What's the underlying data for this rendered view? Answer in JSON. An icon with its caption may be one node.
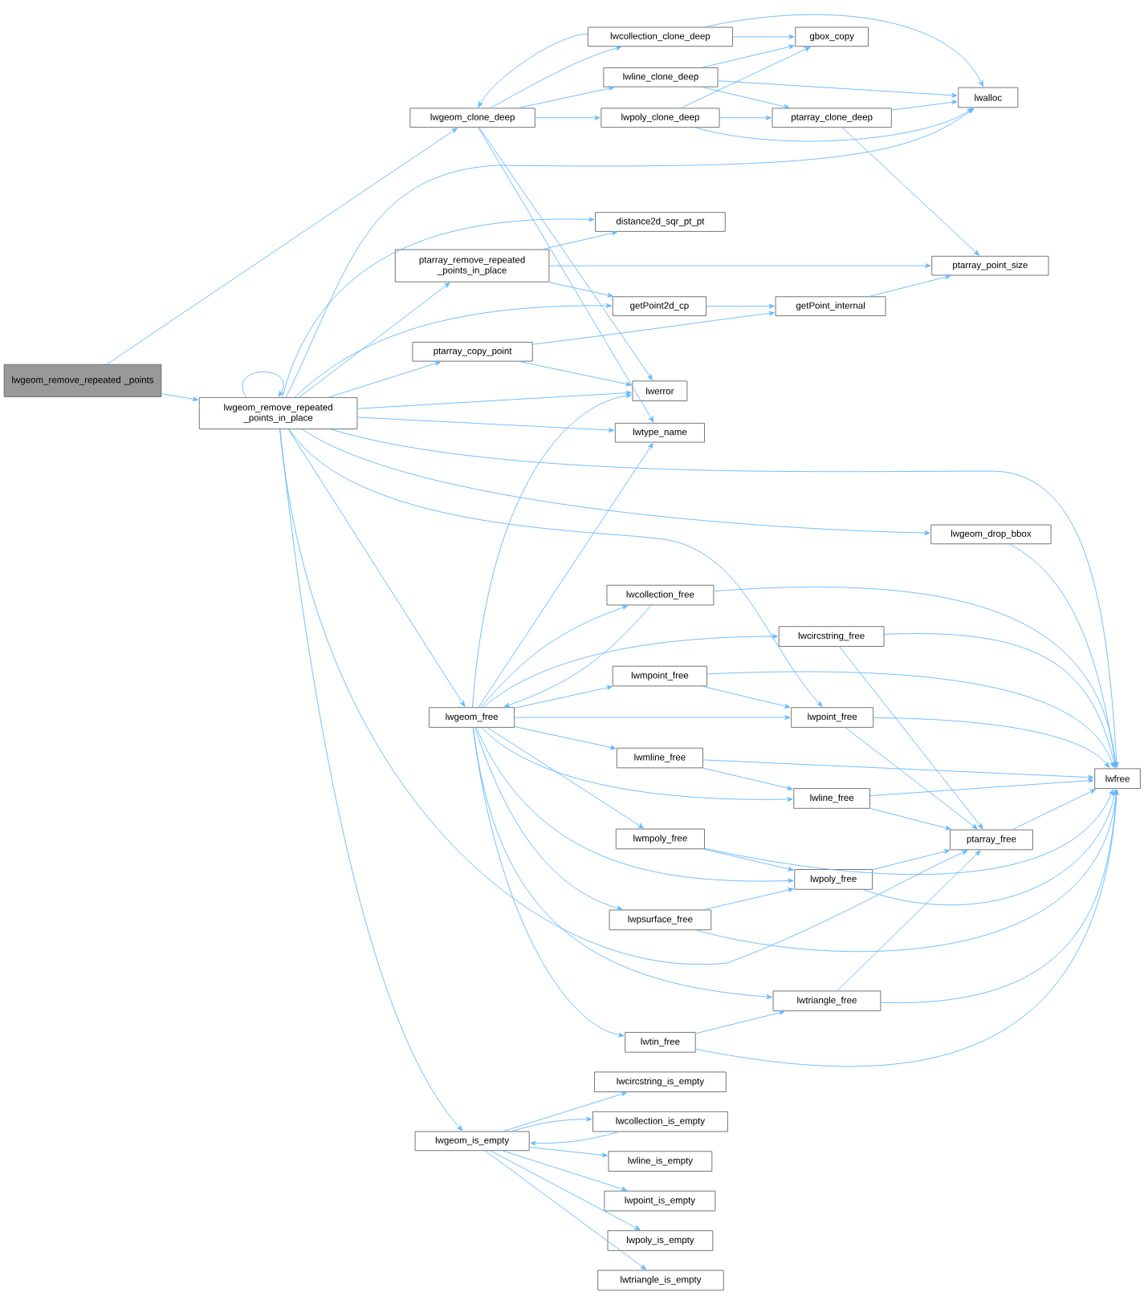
{
  "diagram": {
    "nodes": [
      {
        "text": [
          "lwgeom_remove_repeated _points"
        ]
      },
      {
        "text": [
          "lwgeom_clone_deep"
        ]
      },
      {
        "text": [
          "lwcollection_clone_deep"
        ]
      },
      {
        "text": [
          "gbox_copy"
        ]
      },
      {
        "text": [
          "lwalloc"
        ]
      },
      {
        "text": [
          "lwline_clone_deep"
        ]
      },
      {
        "text": [
          "lwpoly_clone_deep"
        ]
      },
      {
        "text": [
          "ptarray_clone_deep"
        ]
      },
      {
        "text": [
          "lwerror"
        ]
      },
      {
        "text": [
          "lwtype_name"
        ]
      },
      {
        "text": [
          "ptarray_point_size"
        ]
      },
      {
        "text": [
          "lwgeom_remove_repeated _points_in_place"
        ]
      },
      {
        "text": [
          "distance2d_sqr_pt_pt"
        ]
      },
      {
        "text": [
          "ptarray_remove_repeated _points_in_place"
        ]
      },
      {
        "text": [
          "getPoint2d_cp"
        ]
      },
      {
        "text": [
          "getPoint_internal"
        ]
      },
      {
        "text": [
          "ptarray_copy_point"
        ]
      },
      {
        "text": [
          "lwfree"
        ]
      },
      {
        "text": [
          "lwgeom_drop_bbox"
        ]
      },
      {
        "text": [
          "lwgeom_free"
        ]
      },
      {
        "text": [
          "lwcollection_free"
        ]
      },
      {
        "text": [
          "lwcircstring_free"
        ]
      },
      {
        "text": [
          "lwmpoint_free"
        ]
      },
      {
        "text": [
          "lwpoint_free"
        ]
      },
      {
        "text": [
          "lwmline_free"
        ]
      },
      {
        "text": [
          "lwline_free"
        ]
      },
      {
        "text": [
          "ptarray_free"
        ]
      },
      {
        "text": [
          "lwmpoly_free"
        ]
      },
      {
        "text": [
          "lwpoly_free"
        ]
      },
      {
        "text": [
          "lwpsurface_free"
        ]
      },
      {
        "text": [
          "lwtriangle_free"
        ]
      },
      {
        "text": [
          "lwtin_free"
        ]
      },
      {
        "text": [
          "lwgeom_is_empty"
        ]
      },
      {
        "text": [
          "lwcircstring_is_empty"
        ]
      },
      {
        "text": [
          "lwcollection_is_empty"
        ]
      },
      {
        "text": [
          "lwline_is_empty"
        ]
      },
      {
        "text": [
          "lwpoint_is_empty"
        ]
      },
      {
        "text": [
          "lwpoly_is_empty"
        ]
      },
      {
        "text": [
          "lwtriangle_is_empty"
        ]
      }
    ],
    "edges": [
      {
        "from": 0,
        "to": 1,
        "arrow": "to"
      },
      {
        "from": 0,
        "to": 11,
        "arrow": "to"
      },
      {
        "from": 1,
        "to": 2,
        "arrow": "to"
      },
      {
        "from": 1,
        "to": 5,
        "arrow": "to"
      },
      {
        "from": 1,
        "to": 6,
        "arrow": "to"
      },
      {
        "from": 1,
        "to": 8,
        "arrow": "to"
      },
      {
        "from": 1,
        "to": 9,
        "arrow": "to"
      },
      {
        "from": 2,
        "to": 3,
        "arrow": "to"
      },
      {
        "from": 2,
        "to": 4,
        "arrow": "to"
      },
      {
        "from": 2,
        "to": 1,
        "arrow": "to"
      },
      {
        "from": 5,
        "to": 3,
        "arrow": "to"
      },
      {
        "from": 5,
        "to": 4,
        "arrow": "to"
      },
      {
        "from": 5,
        "to": 7,
        "arrow": "to"
      },
      {
        "from": 6,
        "to": 3,
        "arrow": "to"
      },
      {
        "from": 6,
        "to": 7,
        "arrow": "to"
      },
      {
        "from": 6,
        "to": 4,
        "arrow": "to"
      },
      {
        "from": 7,
        "to": 4,
        "arrow": "to"
      },
      {
        "from": 7,
        "to": 10,
        "arrow": "to"
      },
      {
        "from": 11,
        "to": 11,
        "arrow": "to"
      },
      {
        "from": 11,
        "to": 4,
        "arrow": "to"
      },
      {
        "from": 11,
        "to": 12,
        "arrow": "to"
      },
      {
        "from": 11,
        "to": 13,
        "arrow": "to"
      },
      {
        "from": 11,
        "to": 14,
        "arrow": "to"
      },
      {
        "from": 11,
        "to": 16,
        "arrow": "to"
      },
      {
        "from": 11,
        "to": 8,
        "arrow": "to"
      },
      {
        "from": 11,
        "to": 9,
        "arrow": "to"
      },
      {
        "from": 11,
        "to": 17,
        "arrow": "to"
      },
      {
        "from": 11,
        "to": 18,
        "arrow": "to"
      },
      {
        "from": 11,
        "to": 23,
        "arrow": "to"
      },
      {
        "from": 11,
        "to": 19,
        "arrow": "to"
      },
      {
        "from": 11,
        "to": 26,
        "arrow": "to"
      },
      {
        "from": 11,
        "to": 32,
        "arrow": "to"
      },
      {
        "from": 13,
        "to": 12,
        "arrow": "to"
      },
      {
        "from": 13,
        "to": 10,
        "arrow": "to"
      },
      {
        "from": 13,
        "to": 14,
        "arrow": "to"
      },
      {
        "from": 14,
        "to": 15,
        "arrow": "to"
      },
      {
        "from": 15,
        "to": 10,
        "arrow": "to"
      },
      {
        "from": 16,
        "to": 15,
        "arrow": "to"
      },
      {
        "from": 16,
        "to": 8,
        "arrow": "to"
      },
      {
        "from": 18,
        "to": 17,
        "arrow": "to"
      },
      {
        "from": 19,
        "to": 8,
        "arrow": "to"
      },
      {
        "from": 19,
        "to": 9,
        "arrow": "to"
      },
      {
        "from": 19,
        "to": 20,
        "arrow": "to"
      },
      {
        "from": 19,
        "to": 21,
        "arrow": "to"
      },
      {
        "from": 19,
        "to": 22,
        "arrow": "to"
      },
      {
        "from": 19,
        "to": 23,
        "arrow": "to"
      },
      {
        "from": 19,
        "to": 24,
        "arrow": "to"
      },
      {
        "from": 19,
        "to": 25,
        "arrow": "to"
      },
      {
        "from": 19,
        "to": 27,
        "arrow": "to"
      },
      {
        "from": 19,
        "to": 28,
        "arrow": "to"
      },
      {
        "from": 19,
        "to": 29,
        "arrow": "to"
      },
      {
        "from": 19,
        "to": 30,
        "arrow": "to"
      },
      {
        "from": 19,
        "to": 31,
        "arrow": "to"
      },
      {
        "from": 20,
        "to": 19,
        "arrow": "to"
      },
      {
        "from": 20,
        "to": 17,
        "arrow": "to"
      },
      {
        "from": 21,
        "to": 17,
        "arrow": "to"
      },
      {
        "from": 21,
        "to": 26,
        "arrow": "to"
      },
      {
        "from": 22,
        "to": 17,
        "arrow": "to"
      },
      {
        "from": 22,
        "to": 23,
        "arrow": "to"
      },
      {
        "from": 23,
        "to": 17,
        "arrow": "to"
      },
      {
        "from": 23,
        "to": 26,
        "arrow": "to"
      },
      {
        "from": 24,
        "to": 17,
        "arrow": "to"
      },
      {
        "from": 24,
        "to": 25,
        "arrow": "to"
      },
      {
        "from": 25,
        "to": 17,
        "arrow": "to"
      },
      {
        "from": 25,
        "to": 26,
        "arrow": "to"
      },
      {
        "from": 26,
        "to": 17,
        "arrow": "to"
      },
      {
        "from": 27,
        "to": 17,
        "arrow": "to"
      },
      {
        "from": 27,
        "to": 28,
        "arrow": "to"
      },
      {
        "from": 28,
        "to": 26,
        "arrow": "to"
      },
      {
        "from": 28,
        "to": 17,
        "arrow": "to"
      },
      {
        "from": 29,
        "to": 28,
        "arrow": "to"
      },
      {
        "from": 29,
        "to": 17,
        "arrow": "to"
      },
      {
        "from": 30,
        "to": 26,
        "arrow": "to"
      },
      {
        "from": 30,
        "to": 17,
        "arrow": "to"
      },
      {
        "from": 31,
        "to": 30,
        "arrow": "to"
      },
      {
        "from": 31,
        "to": 17,
        "arrow": "to"
      },
      {
        "from": 32,
        "to": 33,
        "arrow": "to"
      },
      {
        "from": 32,
        "to": 34,
        "arrow": "to"
      },
      {
        "from": 32,
        "to": 35,
        "arrow": "to"
      },
      {
        "from": 32,
        "to": 36,
        "arrow": "to"
      },
      {
        "from": 32,
        "to": 37,
        "arrow": "to"
      },
      {
        "from": 32,
        "to": 38,
        "arrow": "to"
      },
      {
        "from": 34,
        "to": 32,
        "arrow": "to"
      }
    ]
  }
}
